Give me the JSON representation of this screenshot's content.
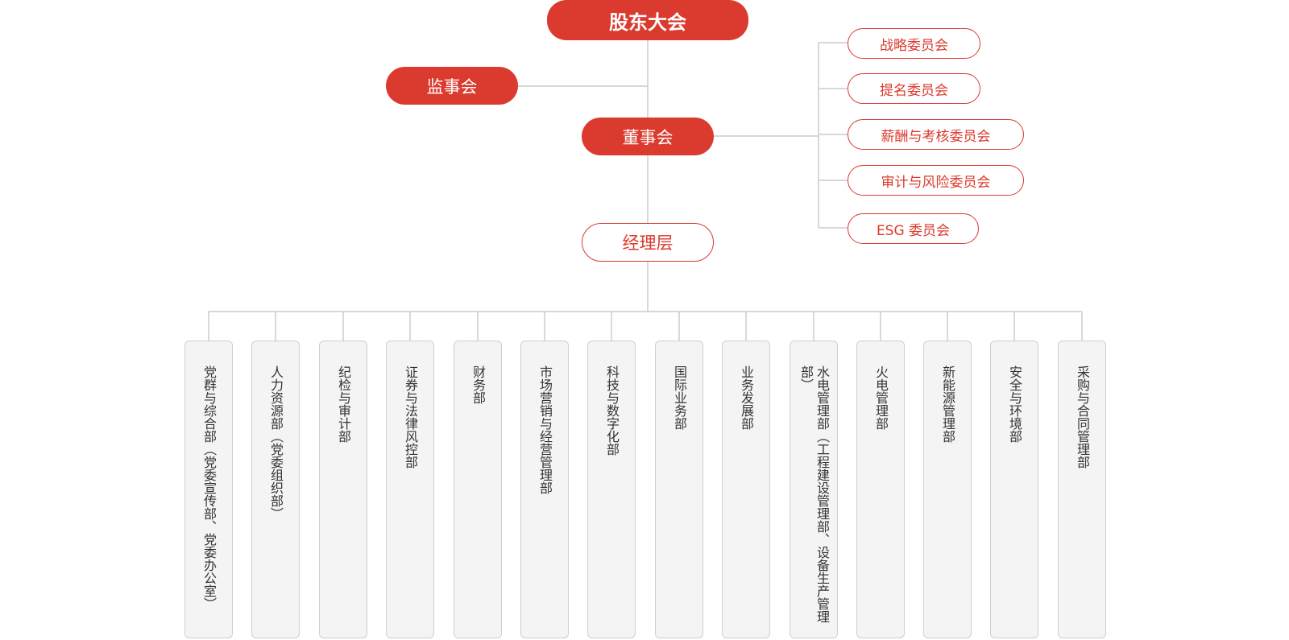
{
  "colors": {
    "accent": "#db3a2e",
    "line": "#cccccc",
    "dept_bg": "#f4f4f4",
    "dept_text": "#333333"
  },
  "org": {
    "top": "股东大会",
    "supervisory": "监事会",
    "board": "董事会",
    "management": "经理层",
    "committees": [
      "战略委员会",
      "提名委员会",
      "薪酬与考核委员会",
      "审计与风险委员会",
      "ESG 委员会"
    ],
    "departments": [
      "党群与综合部（党委宣传部、党委办公室）",
      "人力资源部（党委组织部）",
      "纪检与审计部",
      "证券与法律风控部",
      "财务部",
      "市场营销与经营管理部",
      "科技与数字化部",
      "国际业务部",
      "业务发展部",
      "水电管理部（工程建设管理部、设备生产管理部）",
      "火电管理部",
      "新能源管理部",
      "安全与环境部",
      "采购与合同管理部"
    ]
  }
}
